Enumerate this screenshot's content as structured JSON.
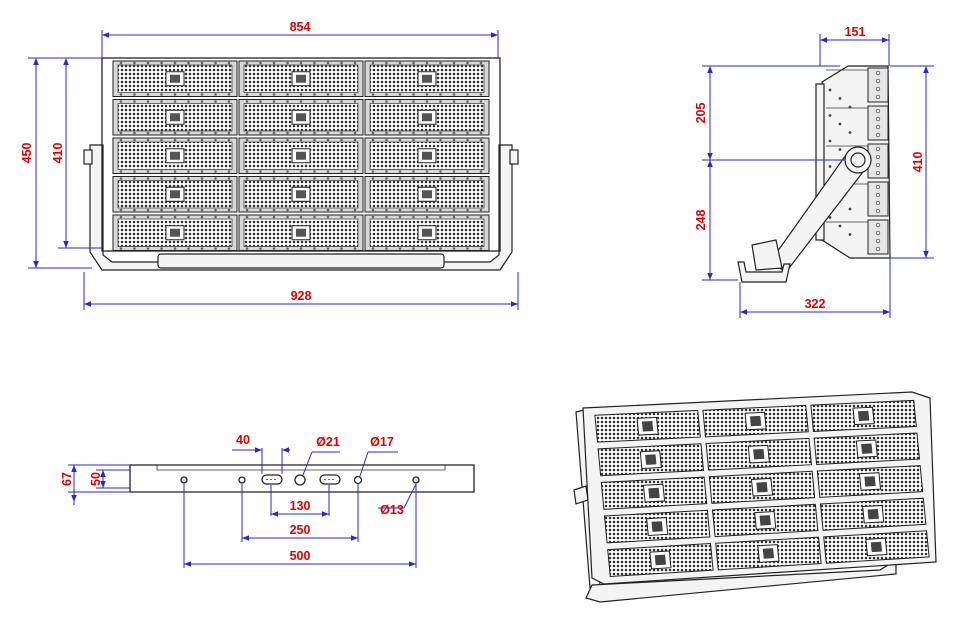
{
  "front_view": {
    "width_inner": "854",
    "width_overall": "928",
    "height_overall": "450",
    "height_body": "410"
  },
  "side_view": {
    "depth_top": "151",
    "upper_height": "205",
    "lower_height": "248",
    "body_height": "410",
    "base_depth": "322"
  },
  "bracket_view": {
    "slot_width": "40",
    "hole_center": "Ø21",
    "hole_side": "Ø17",
    "hole_small": "Ø13",
    "outer_height": "67",
    "inner_height": "50",
    "slot_spacing": "130",
    "hole_spacing_inner": "250",
    "hole_spacing_outer": "500"
  },
  "colors": {
    "dimension_text": "#e00000",
    "dimension_line": "#2a2acc",
    "outline": "#222222"
  }
}
